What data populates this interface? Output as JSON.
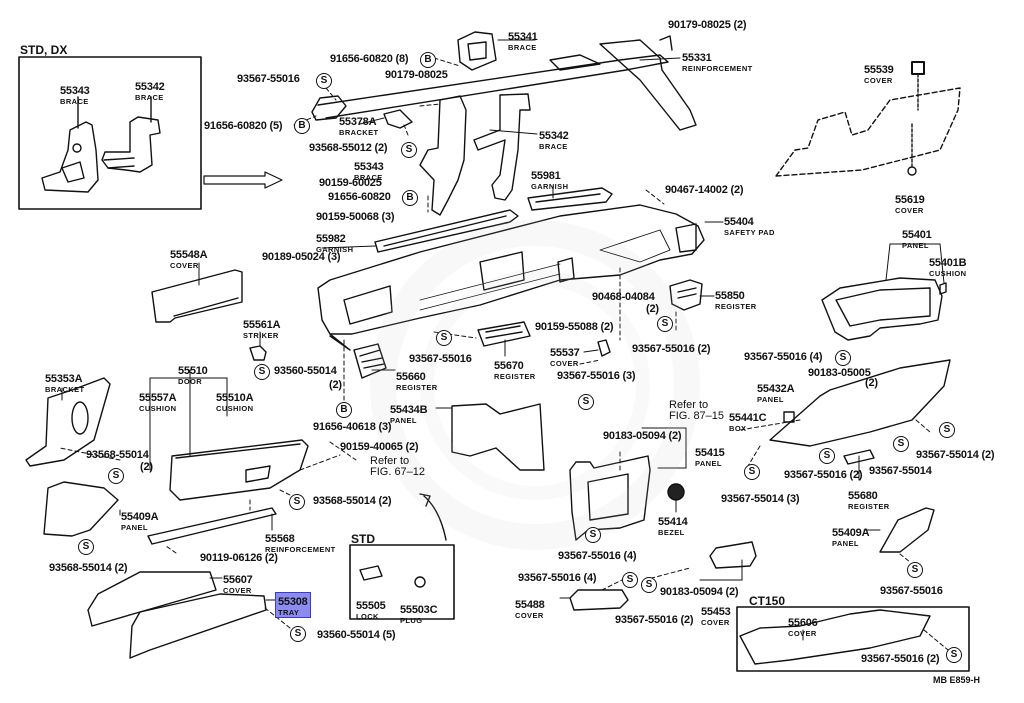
{
  "diagram": {
    "code": "MB E859-H",
    "inset_boxes": {
      "std_dx": "STD, DX",
      "std": "STD",
      "ct150": "CT150"
    },
    "symbols": {
      "screw": "S",
      "bolt": "B"
    },
    "highlight_color": "#8c8cf0",
    "parts": {
      "p55343_std": {
        "num": "55343",
        "name": "BRACE"
      },
      "p55342_std": {
        "num": "55342",
        "name": "BRACE"
      },
      "p55341": {
        "num": "55341",
        "name": "BRACE"
      },
      "p55331": {
        "num": "55331",
        "name": "REINFORCEMENT"
      },
      "p55378a": {
        "num": "55378A",
        "name": "BRACKET"
      },
      "p55343": {
        "num": "55343",
        "name": "BRACE"
      },
      "p55342": {
        "num": "55342",
        "name": "BRACE"
      },
      "p55981": {
        "num": "55981",
        "name": "GARNISH"
      },
      "p55982": {
        "num": "55982",
        "name": "GARNISH"
      },
      "p55404": {
        "num": "55404",
        "name": "SAFETY PAD"
      },
      "p55539": {
        "num": "55539",
        "name": "COVER"
      },
      "p55619": {
        "num": "55619",
        "name": "COVER"
      },
      "p55548a": {
        "num": "55548A",
        "name": "COVER"
      },
      "p55561a": {
        "num": "55561A",
        "name": "STRIKER"
      },
      "p55850": {
        "num": "55850",
        "name": "REGISTER"
      },
      "p55401": {
        "num": "55401",
        "name": "PANEL"
      },
      "p55401b": {
        "num": "55401B",
        "name": "CUSHION"
      },
      "p55660": {
        "num": "55660",
        "name": "REGISTER"
      },
      "p55670": {
        "num": "55670",
        "name": "REGISTER"
      },
      "p55537": {
        "num": "55537",
        "name": "COVER"
      },
      "p55353a": {
        "num": "55353A",
        "name": "BRACKET"
      },
      "p55510": {
        "num": "55510",
        "name": "DOOR"
      },
      "p55557a": {
        "num": "55557A",
        "name": "CUSHION"
      },
      "p55510a": {
        "num": "55510A",
        "name": "CUSHION"
      },
      "p55434b": {
        "num": "55434B",
        "name": "PANEL"
      },
      "p55432a": {
        "num": "55432A",
        "name": "PANEL"
      },
      "p55441c": {
        "num": "55441C",
        "name": "BOX"
      },
      "p55415": {
        "num": "55415",
        "name": "PANEL"
      },
      "p55680": {
        "num": "55680",
        "name": "REGISTER"
      },
      "p55409a_l": {
        "num": "55409A",
        "name": "PANEL"
      },
      "p55409a_r": {
        "num": "55409A",
        "name": "PANEL"
      },
      "p55568": {
        "num": "55568",
        "name": "REINFORCEMENT"
      },
      "p55414": {
        "num": "55414",
        "name": "BEZEL"
      },
      "p55607": {
        "num": "55607",
        "name": "COVER"
      },
      "p55308": {
        "num": "55308",
        "name": "TRAY"
      },
      "p55505": {
        "num": "55505",
        "name": "LOCK"
      },
      "p55503c": {
        "num": "55503C",
        "name": "PLUG"
      },
      "p55488": {
        "num": "55488",
        "name": "COVER"
      },
      "p55453": {
        "num": "55453",
        "name": "COVER"
      },
      "p55606": {
        "num": "55606",
        "name": "COVER"
      }
    },
    "fasteners": {
      "f01": "90179-08025 (2)",
      "f02": "91656-60820 (8)",
      "f03": "93567-55016",
      "f04": "90179-08025",
      "f05": "91656-60820 (5)",
      "f06": "93568-55012 (2)",
      "f07": "90159-60025",
      "f08": "91656-60820",
      "f09": "90159-50068 (3)",
      "f10": "90189-05024 (3)",
      "f11": "90467-14002 (2)",
      "f12": "90468-04084",
      "f12q": "(2)",
      "f13": "90159-55088 (2)",
      "f14": "93567-55016",
      "f15": "93567-55016 (2)",
      "f16": "93567-55016 (4)",
      "f17": "93560-55014",
      "f17q": "(2)",
      "f18": "90183-05005",
      "f18q": "(2)",
      "f19": "93567-55016 (3)",
      "f20": "91656-40618 (3)",
      "f21": "90159-40065 (2)",
      "f22": "93568-55014",
      "f22q": "(2)",
      "f23": "93568-55014 (2)",
      "f24": "90183-05094 (2)",
      "f25": "93567-55016 (2)",
      "f26": "93567-55014",
      "f27": "93567-55014 (2)",
      "f28": "93567-55014 (3)",
      "f29": "93568-55014 (2)",
      "f30": "90119-06126 (2)",
      "f31": "93567-55016 (4)",
      "f32": "93567-55016 (4)",
      "f33": "90183-05094 (2)",
      "f34": "93567-55016 (2)",
      "f35": "93567-55016",
      "f36": "93560-55014 (5)",
      "f37": "93567-55016 (2)"
    },
    "refs": {
      "fig87": {
        "line1": "Refer to",
        "line2": "FIG. 87–15"
      },
      "fig67": {
        "line1": "Refer to",
        "line2": "FIG. 67–12"
      }
    }
  }
}
